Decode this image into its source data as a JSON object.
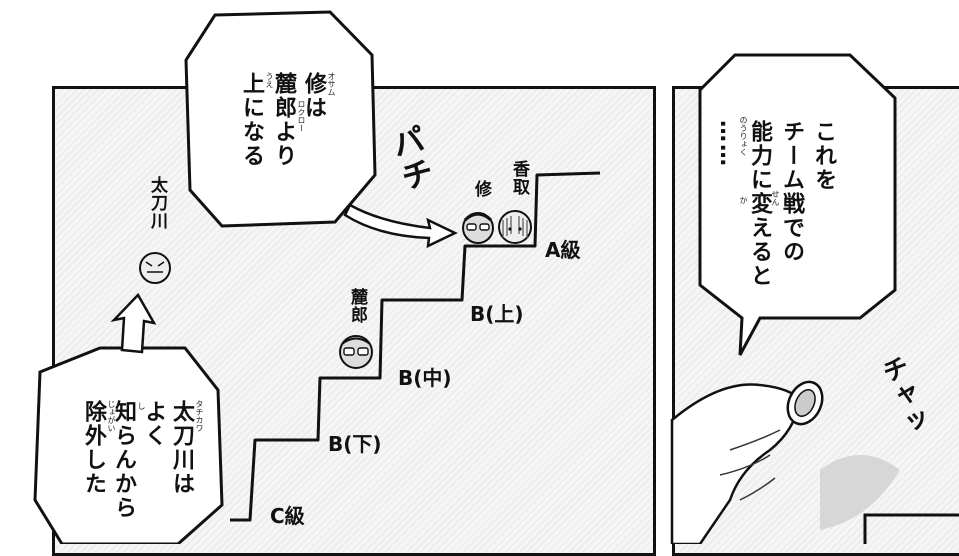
{
  "panel_left": {
    "bubble_top": {
      "lines": [
        "修は",
        "麓郎より",
        "上になる"
      ],
      "ruby": {
        "osamu": "オサム",
        "rokuro": "ロクロー",
        "ue": "うえ"
      }
    },
    "bubble_bottom": {
      "lines": [
        "太刀川は",
        "よく",
        "知らんから",
        "除外した"
      ],
      "ruby": {
        "tachikawa": "タチカワ",
        "shi": "し",
        "jogai": "じょがい"
      }
    },
    "sfx_pachi": "パチ",
    "names": {
      "tachikawa": "太刀川",
      "osamu": "修",
      "kaori": "香取",
      "rokuro": "麓郎"
    },
    "ranks": {
      "a": "A級",
      "b_upper": "B(上)",
      "b_mid": "B(中)",
      "b_lower": "B(下)",
      "c": "C級"
    }
  },
  "panel_right": {
    "bubble": {
      "lines": [
        "これを",
        "チーム戦での",
        "能力に変えると",
        "……"
      ],
      "ruby": {
        "sen": "せん",
        "nouryoku": "のうりょく",
        "ka": "か"
      }
    },
    "sfx": "チャッ"
  }
}
